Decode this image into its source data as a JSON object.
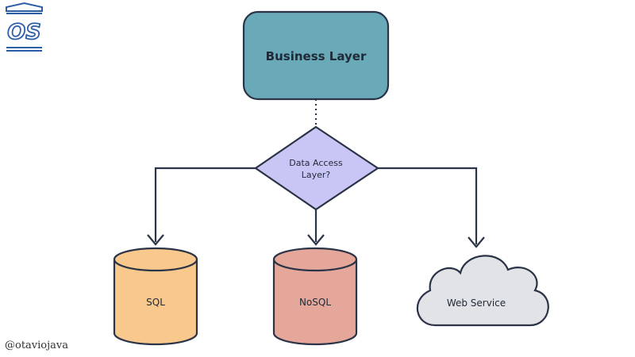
{
  "logo": {
    "text": "OS",
    "icon": "os-pillar-logo"
  },
  "handle": "@otaviojava",
  "nodes": {
    "business": {
      "label": "Business Layer",
      "fill": "#6aa9b8"
    },
    "decision": {
      "line1": "Data Access",
      "line2": "Layer?",
      "fill": "#c9c6f6"
    },
    "sql": {
      "label": "SQL",
      "fill": "#f8c88c"
    },
    "nosql": {
      "label": "NoSQL",
      "fill": "#e4a79a"
    },
    "webservice": {
      "label": "Web Service",
      "fill": "#e2e3e6"
    }
  },
  "colors": {
    "stroke": "#2b3347",
    "logo": "#2c5ea6"
  }
}
